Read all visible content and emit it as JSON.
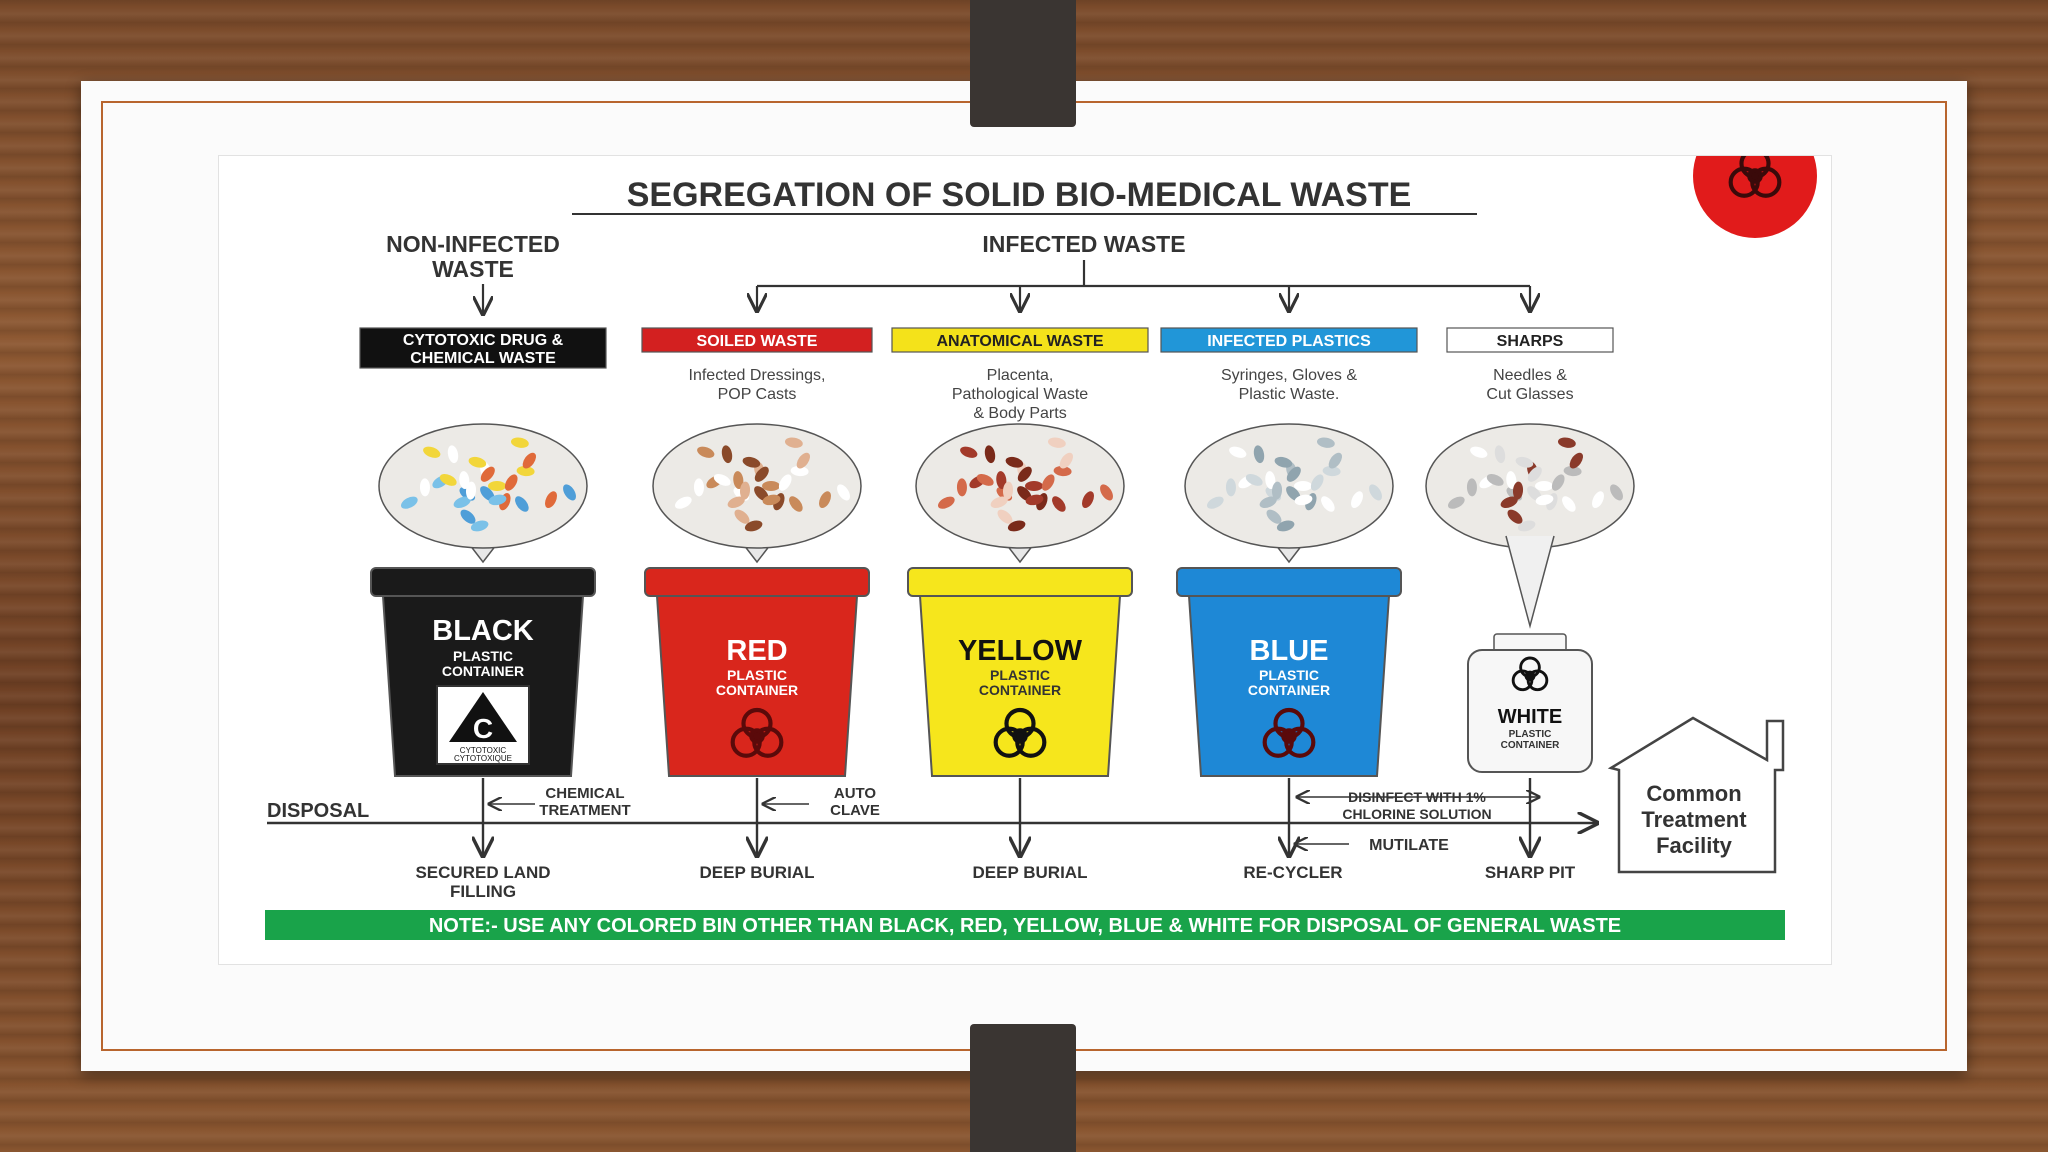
{
  "title": "SEGREGATION OF SOLID BIO-MEDICAL WASTE",
  "non_infected_label": "NON-INFECTED\nWASTE",
  "infected_label": "INFECTED WASTE",
  "categories": [
    {
      "tag": "CYTOTOXIC DRUG &\nCHEMICAL WASTE",
      "tag_bg": "#111111",
      "tag_fg": "#ffffff",
      "desc": "",
      "bin_name": "BLACK",
      "bin_sub": "PLASTIC\nCONTAINER",
      "bin_color": "#1a1a1a",
      "symbol_letter": "C",
      "symbol_caption": "CYTOTOXIC\nCYTOTOXIQUE",
      "disposal": "SECURED LAND\nFILLING",
      "treatment": "CHEMICAL\nTREATMENT"
    },
    {
      "tag": "SOILED WASTE",
      "tag_bg": "#d32020",
      "tag_fg": "#ffffff",
      "desc": "Infected Dressings,\nPOP Casts",
      "bin_name": "RED",
      "bin_sub": "PLASTIC\nCONTAINER",
      "bin_color": "#d9261c",
      "disposal": "DEEP BURIAL",
      "treatment": "AUTO\nCLAVE"
    },
    {
      "tag": "ANATOMICAL WASTE",
      "tag_bg": "#f4e21a",
      "tag_fg": "#222222",
      "desc": "Placenta,\nPathological Waste\n& Body Parts",
      "bin_name": "YELLOW",
      "bin_sub": "PLASTIC\nCONTAINER",
      "bin_color": "#f6e61c",
      "disposal": "DEEP BURIAL",
      "treatment": ""
    },
    {
      "tag": "INFECTED PLASTICS",
      "tag_bg": "#2196d8",
      "tag_fg": "#ffffff",
      "desc": "Syringes, Gloves &\nPlastic Waste.",
      "bin_name": "BLUE",
      "bin_sub": "PLASTIC\nCONTAINER",
      "bin_color": "#1e88d6",
      "disposal": "RE-CYCLER",
      "treatment": "DISINFECT WITH 1%\nCHLORINE SOLUTION",
      "treatment2": "MUTILATE"
    },
    {
      "tag": "SHARPS",
      "tag_bg": "#ffffff",
      "tag_fg": "#222222",
      "desc": "Needles &\nCut Glasses",
      "bin_name": "WHITE",
      "bin_sub": "PLASTIC\nCONTAINER",
      "bin_color": "#f7f7f7",
      "disposal": "SHARP PIT",
      "treatment": ""
    }
  ],
  "disposal_label": "DISPOSAL",
  "facility_label": "Common\nTreatment\nFacility",
  "note": "NOTE:- USE ANY COLORED BIN OTHER THAN BLACK, RED, YELLOW, BLUE & WHITE FOR DISPOSAL OF GENERAL WASTE",
  "colors": {
    "note_bg": "#19a34a",
    "logo_bg": "#e11b1b",
    "frame_border": "#b8652e"
  },
  "icons": {
    "logo": "biohazard-icon",
    "facility": "house-icon"
  }
}
